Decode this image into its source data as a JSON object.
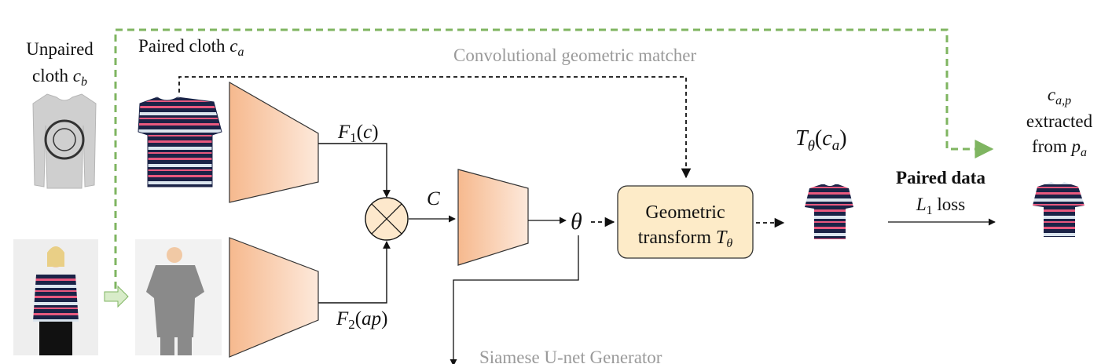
{
  "labels": {
    "unpaired_line1": "Unpaired",
    "unpaired_line2": "cloth",
    "unpaired_var": "c",
    "unpaired_sub": "b",
    "paired_cloth": "Paired cloth",
    "paired_var": "c",
    "paired_sub": "a",
    "matcher_title": "Convolutional geometric matcher",
    "f1_fn": "F",
    "f1_sub": "1",
    "f1_arg": "c",
    "f2_fn": "F",
    "f2_sub": "2",
    "f2_arg": "ap",
    "corr": "C",
    "theta": "θ",
    "geo_line1": "Geometric",
    "geo_line2": "transform",
    "geo_var": "T",
    "geo_sub": "θ",
    "t_var": "T",
    "t_sub": "θ",
    "t_arg_var": "c",
    "t_arg_sub": "a",
    "paired_data": "Paired data",
    "loss_var": "L",
    "loss_sub": "1",
    "loss_word": "loss",
    "cap_var": "c",
    "cap_sub": "a,p",
    "extracted": "extracted",
    "from_word": "from",
    "from_var": "p",
    "from_sub": "a",
    "siamese": "Siamese U-net Generator"
  },
  "colors": {
    "encoder_fill_dark": "#f6b98e",
    "encoder_fill_light": "#fde9db",
    "encoder_stroke": "#333333",
    "correlation_fill": "#fde8cc",
    "geo_box_fill": "#fdebc8",
    "green_dash": "#7fb561",
    "green_arrow_fill": "#d8ecc9",
    "gray_text": "#9a9a9a"
  },
  "images": {
    "unpaired_cloth": "gray long-sleeve t-shirt with circular print",
    "paired_cloth": "navy short-sleeve top with pink and white stripes",
    "person": "woman wearing striped top and black trousers",
    "person_masked": "person representation with gray masked body region",
    "warped": "warped striped top",
    "extracted": "extracted striped top"
  }
}
